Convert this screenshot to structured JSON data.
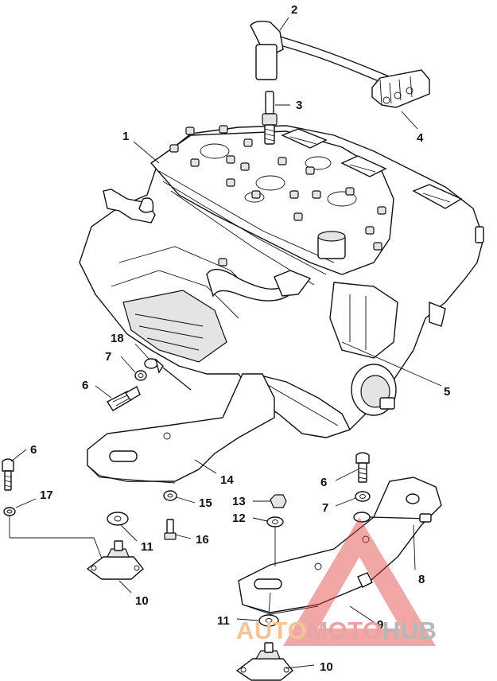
{
  "callouts": [
    {
      "id": "c1",
      "text": "1"
    },
    {
      "id": "c2",
      "text": "2"
    },
    {
      "id": "c3",
      "text": "3"
    },
    {
      "id": "c4",
      "text": "4"
    },
    {
      "id": "c5",
      "text": "5"
    },
    {
      "id": "c18",
      "text": "18"
    },
    {
      "id": "c7a",
      "text": "7"
    },
    {
      "id": "c6a",
      "text": "6"
    },
    {
      "id": "c6b",
      "text": "6"
    },
    {
      "id": "c17",
      "text": "17"
    },
    {
      "id": "c14",
      "text": "14"
    },
    {
      "id": "c11a",
      "text": "11"
    },
    {
      "id": "c15",
      "text": "15"
    },
    {
      "id": "c16",
      "text": "16"
    },
    {
      "id": "c10a",
      "text": "10"
    },
    {
      "id": "c6c",
      "text": "6"
    },
    {
      "id": "c7b",
      "text": "7"
    },
    {
      "id": "c13",
      "text": "13"
    },
    {
      "id": "c12",
      "text": "12"
    },
    {
      "id": "c8",
      "text": "8"
    },
    {
      "id": "c9",
      "text": "9"
    },
    {
      "id": "c11b",
      "text": "11"
    },
    {
      "id": "c10b",
      "text": "10"
    }
  ],
  "watermark": {
    "part1": "AUTO",
    "part2": "MOTO",
    "part3": "HUB",
    "triangle_color": "#e23b3b",
    "auto_color": "#f3c49a",
    "hub_color": "#b7b7b7"
  }
}
